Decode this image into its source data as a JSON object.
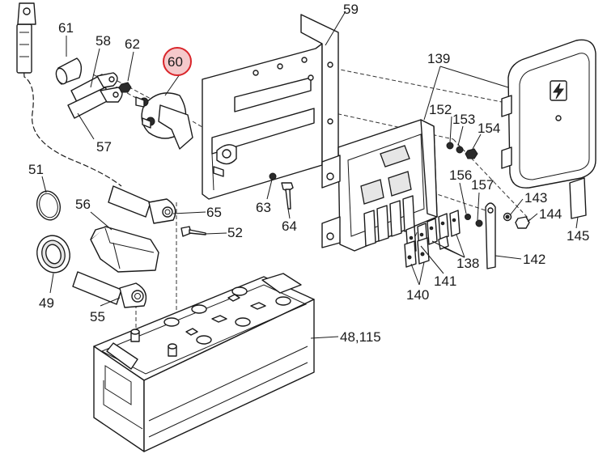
{
  "highlight_color": "#d9252a",
  "highlighted_part": "60",
  "callouts": {
    "p59": "59",
    "p61": "61",
    "p58": "58",
    "p62": "62",
    "p60": "60",
    "p139": "139",
    "p152": "152",
    "p153": "153",
    "p154": "154",
    "p57": "57",
    "p51": "51",
    "p56": "56",
    "p65": "65",
    "p52": "52",
    "p63": "63",
    "p64": "64",
    "p156": "156",
    "p157": "157",
    "p143": "143",
    "p144": "144",
    "p145": "145",
    "p142": "142",
    "p138": "138",
    "p141": "141",
    "p140": "140",
    "p49": "49",
    "p55": "55",
    "p48_115": "48,115"
  }
}
